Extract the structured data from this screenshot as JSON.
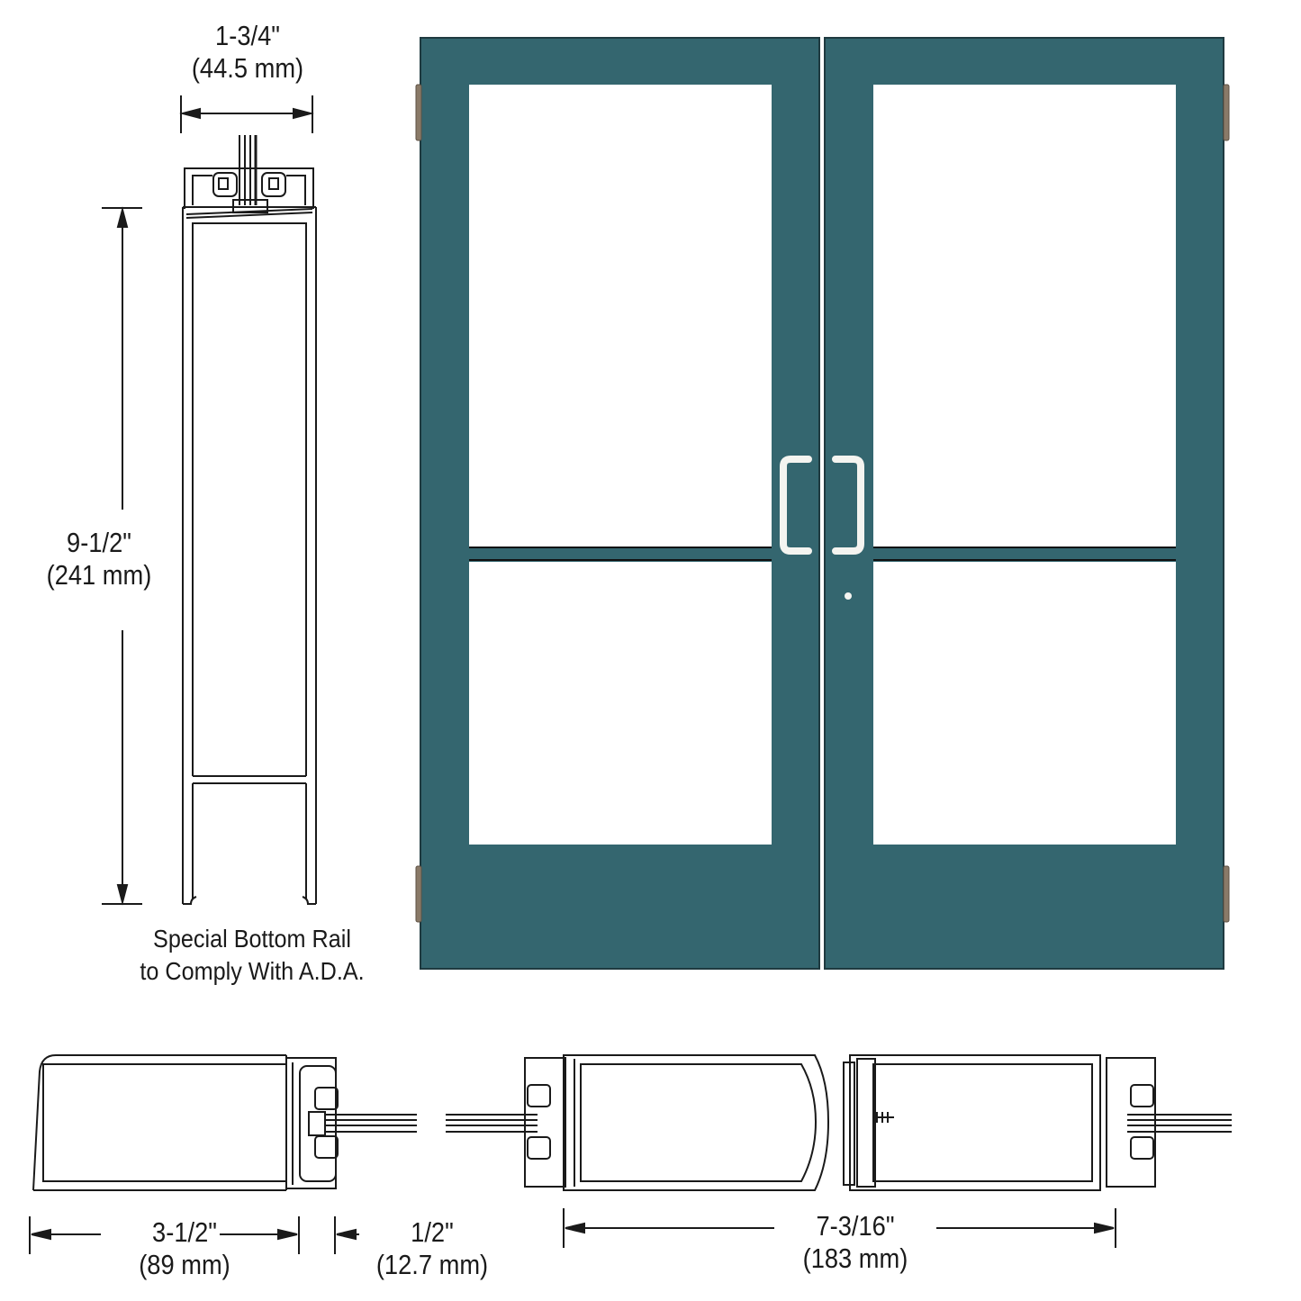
{
  "colors": {
    "door_finish": "#34666f",
    "door_edge": "#1f3a40",
    "hinge": "#8a7a68",
    "handle": "#f4f4f0",
    "line": "#1a1a1a",
    "background": "#ffffff"
  },
  "side_section": {
    "width_dim": {
      "imperial": "1-3/4\"",
      "metric": "(44.5 mm)"
    },
    "height_dim": {
      "imperial": "9-1/2\"",
      "metric": "(241 mm)"
    },
    "caption_line1": "Special Bottom Rail",
    "caption_line2": "to Comply With A.D.A."
  },
  "elevation": {
    "type": "pair of glass doors with mid rail",
    "leaves": 2,
    "hardware": [
      "hinge-top-left",
      "hinge-bottom-left",
      "hinge-top-right",
      "hinge-bottom-right",
      "pull-handle-left",
      "pull-handle-right",
      "lock-cylinder"
    ]
  },
  "plan_single": {
    "stile_dim": {
      "imperial": "3-1/2\"",
      "metric": "(89 mm)"
    },
    "glass_dim": {
      "imperial": "1/2\"",
      "metric": "(12.7 mm)"
    }
  },
  "plan_pair": {
    "meeting_dim": {
      "imperial": "7-3/16\"",
      "metric": "(183 mm)"
    }
  }
}
